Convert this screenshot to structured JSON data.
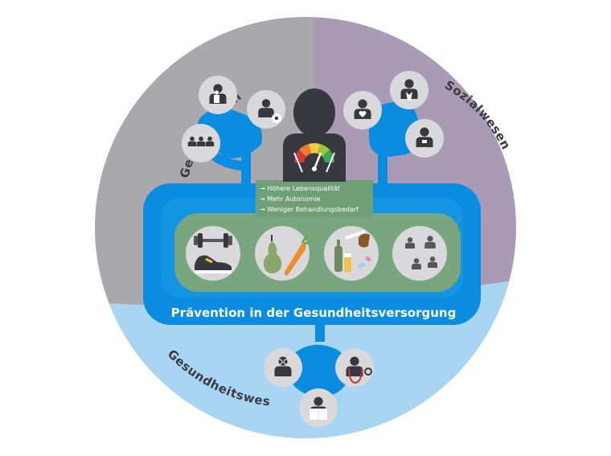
{
  "sectors": {
    "left_label": "Gemeinwesen",
    "right_label": "Sozialwesen",
    "bottom_label": "Gesundheitswesen"
  },
  "benefits": [
    "→ Höhere Lebensqualität",
    "→ Mehr Autonomie",
    "→ Weniger Behandlungsbedarf"
  ],
  "banner_title": "Prävention in der Gesundheitsversorgung",
  "topics": [
    {
      "icon": "dumbbell-sneaker-icon"
    },
    {
      "icon": "pear-carrot-icon"
    },
    {
      "icon": "alcohol-tobacco-pills-icon"
    },
    {
      "icon": "people-group-icon"
    }
  ],
  "colors": {
    "gray_sector": "#a9a8ac",
    "purple_sector": "#a99bb6",
    "blue_sector": "#a8d6f2",
    "connector_blue": "#0a8de0",
    "green_panel": "#7aa67f",
    "person_dark": "#383940",
    "icon_bg": "#d9d9db",
    "gauge_colors": [
      "#d7373a",
      "#ec7b2c",
      "#f7c842",
      "#9bc53d",
      "#3da55c"
    ]
  }
}
